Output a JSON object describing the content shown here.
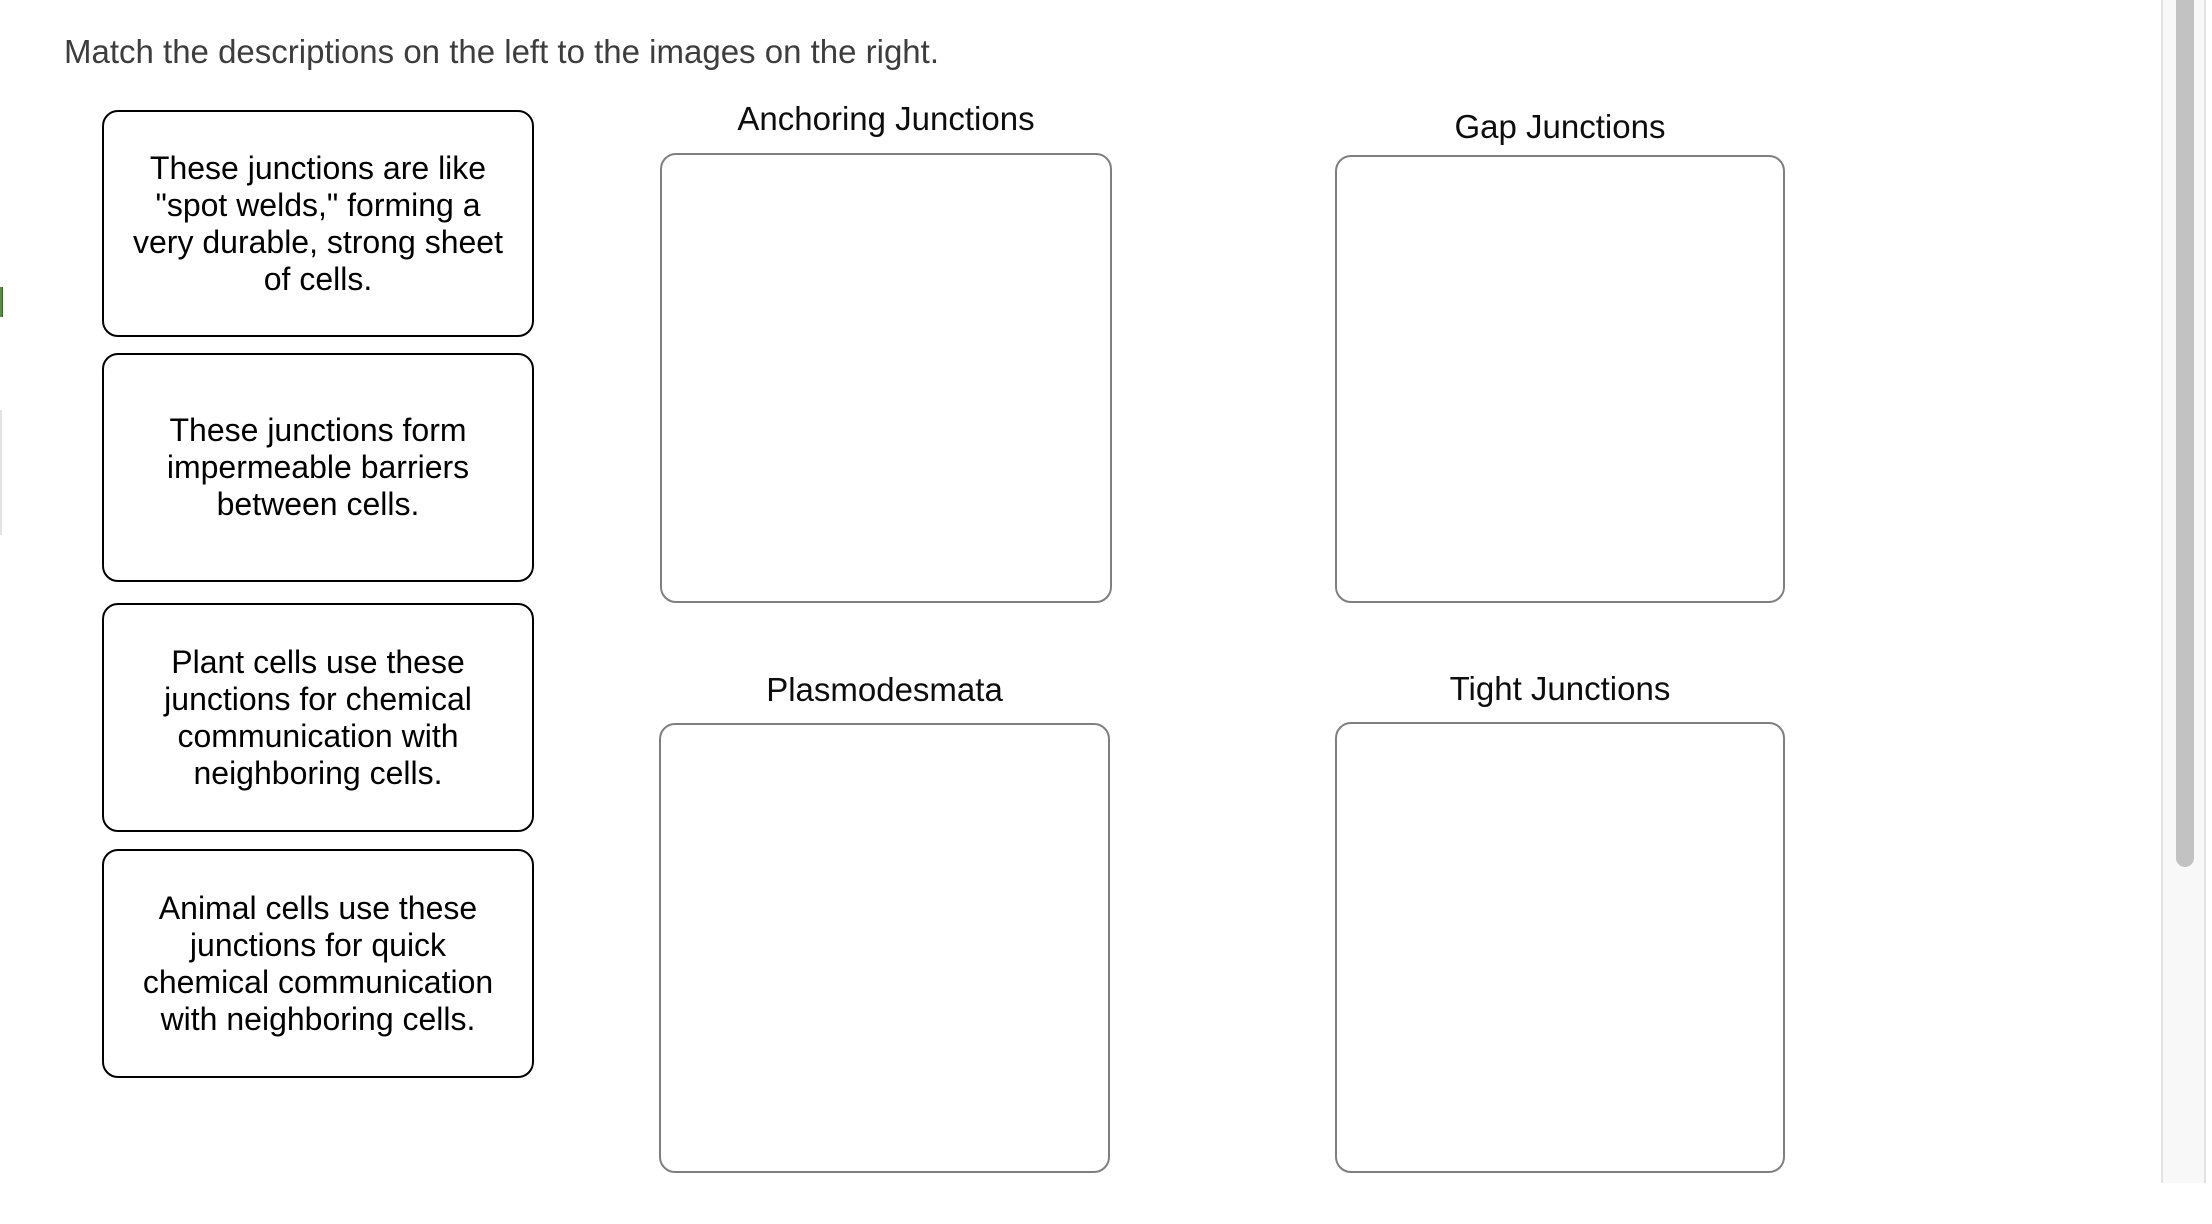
{
  "page": {
    "title": "Match the descriptions on the left to the images on the right."
  },
  "description_cards": [
    {
      "text": "These junctions are like\n\"spot welds,\" forming a\nvery durable, strong sheet\nof cells."
    },
    {
      "text": "These junctions form\nimpermeable barriers\nbetween cells."
    },
    {
      "text": "Plant cells use these\njunctions for chemical\ncommunication with\nneighboring cells."
    },
    {
      "text": "Animal cells use these\njunctions for quick\nchemical communication\nwith neighboring cells."
    }
  ],
  "drop_targets": [
    {
      "label": "Anchoring Junctions"
    },
    {
      "label": "Gap Junctions"
    },
    {
      "label": "Plasmodesmata"
    },
    {
      "label": "Tight Junctions"
    }
  ],
  "colors": {
    "card_border": "#000000",
    "drop_zone_border": "#7f7f7f",
    "scrollbar_thumb": "#c2c2c2",
    "left_edge_accent_green": "#5d8a46"
  }
}
